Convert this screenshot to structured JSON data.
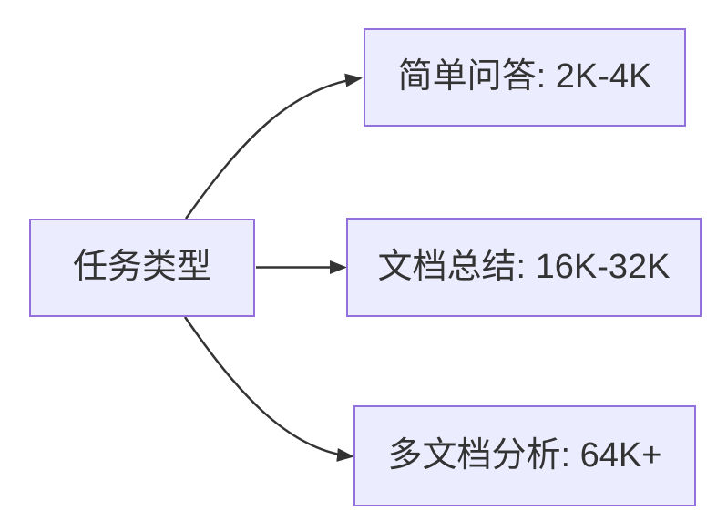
{
  "diagram": {
    "type": "flowchart-left-to-right",
    "background_color": "#ffffff",
    "node_fill_color": "#ECECFF",
    "node_border_color": "#9370DB",
    "text_color": "#333333",
    "edge_color": "#333333",
    "nodes": [
      {
        "id": "root",
        "label": "任务类型"
      },
      {
        "id": "qa",
        "label": "简单问答: 2K-4K"
      },
      {
        "id": "sum",
        "label": "文档总结: 16K-32K"
      },
      {
        "id": "multi",
        "label": "多文档分析: 64K+"
      }
    ],
    "edges": [
      {
        "from": "root",
        "to": "qa"
      },
      {
        "from": "root",
        "to": "sum"
      },
      {
        "from": "root",
        "to": "multi"
      }
    ]
  }
}
